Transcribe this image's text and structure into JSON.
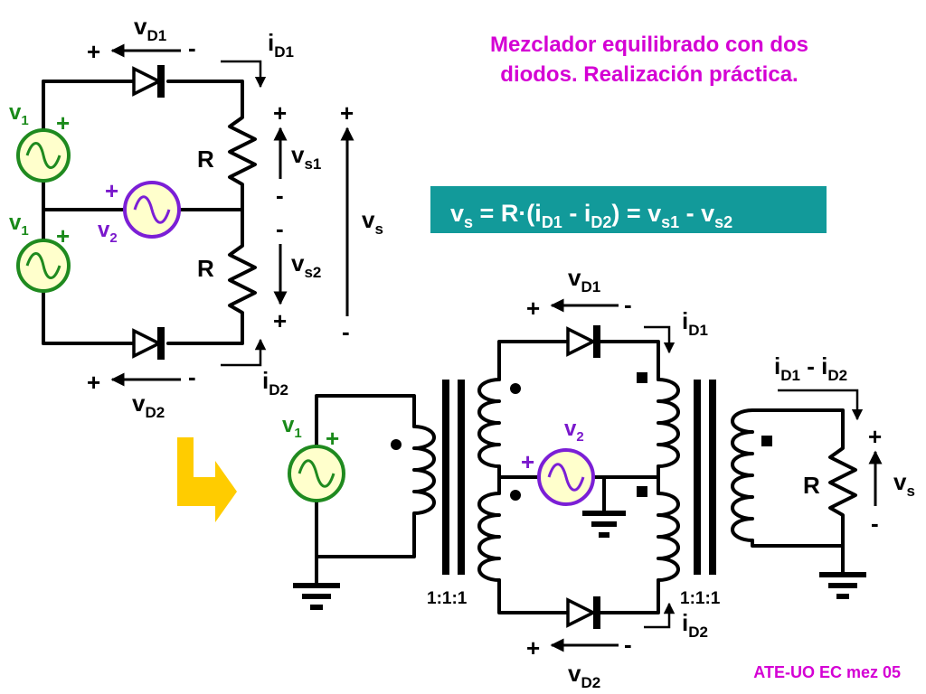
{
  "title": {
    "line1": "Mezclador equilibrado con dos",
    "line2": "diodos. Realización práctica.",
    "color": "#d400d4"
  },
  "equation": {
    "box_color": "#129a9a",
    "text_color": "#ffffff",
    "parts": {
      "v": "v",
      "s": "s",
      "eq1": " = R·(i",
      "d1": "D1",
      "minus": " - i",
      "d2": "D2",
      "eq2": ") = v",
      "s1": "s1",
      "minus2": " - v",
      "s2": "s2"
    }
  },
  "labels": {
    "v": "v",
    "i": "i",
    "R": "R",
    "plus": "+",
    "minus": "-",
    "sub_D1": "D1",
    "sub_D2": "D2",
    "sub_1": "1",
    "sub_2": "2",
    "sub_s": "s",
    "sub_s1": "s1",
    "sub_s2": "s2",
    "id_diff_mid": " - i",
    "ratio": "1:1:1"
  },
  "footer": "ATE-UO EC mez 05",
  "colors": {
    "source_v1": "#1f8a1f",
    "source_v2": "#7b1fd6",
    "source_fill": "#ffffcc",
    "arrow_yellow": "#ffcc00"
  }
}
